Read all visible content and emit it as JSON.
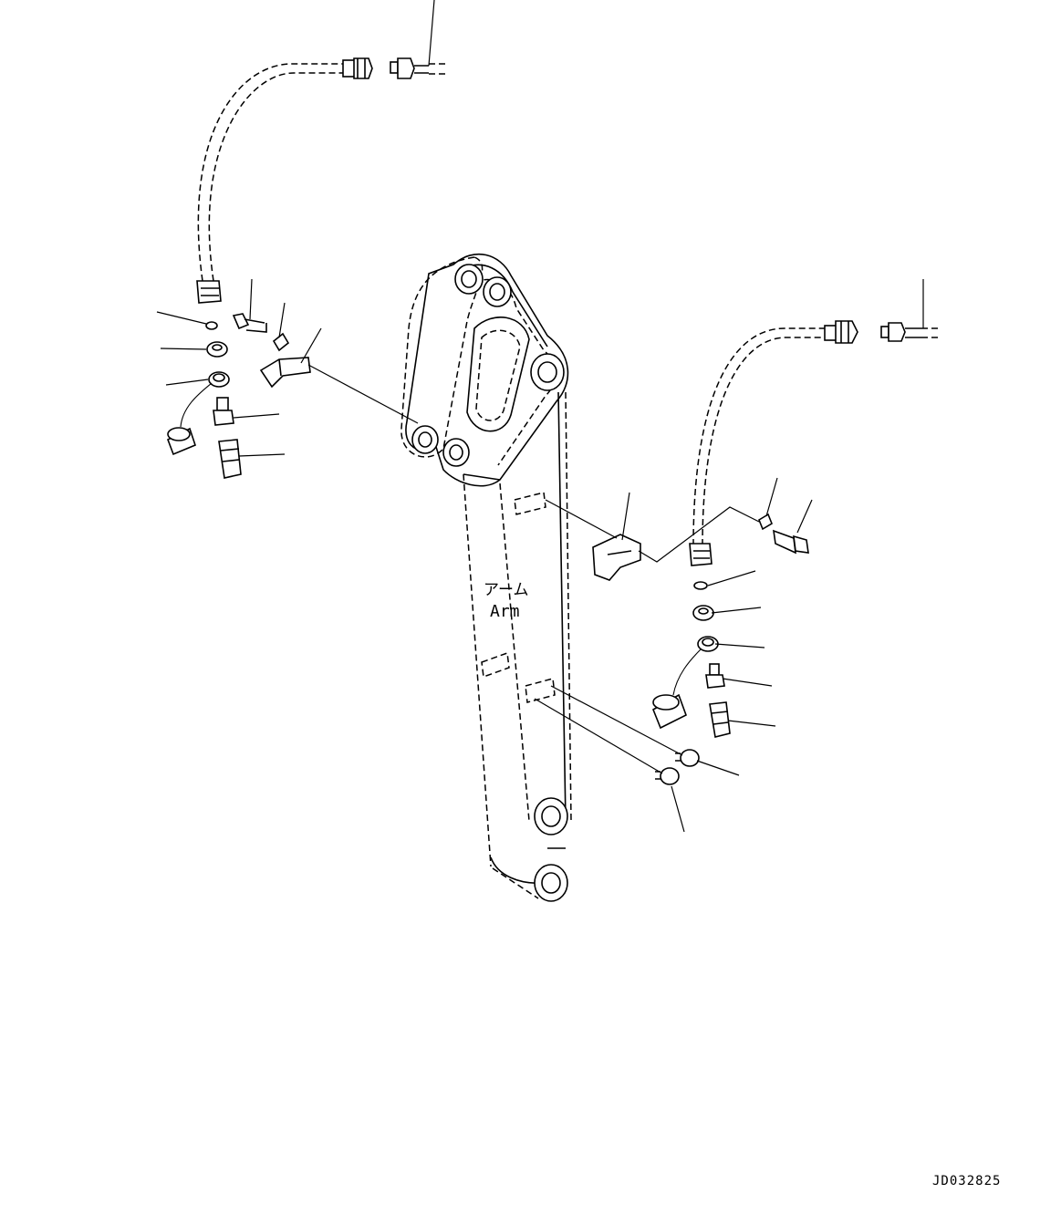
{
  "diagram": {
    "arm_label_jp": "アーム",
    "arm_label_en": "Arm",
    "drawing_number": "JD032825"
  }
}
